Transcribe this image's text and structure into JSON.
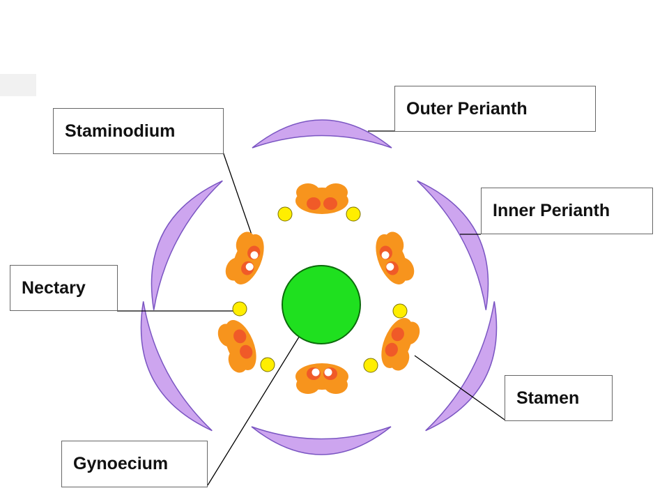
{
  "title": "",
  "colors": {
    "perianth": "#cda5ef",
    "perianth_outline": "#7a55c2",
    "stamen": "#f7941d",
    "stamen_anther": "#f05a28",
    "nectary": "#ffee00",
    "gynoecium": "#1fe01f",
    "staminodium_dot": "#ffffff",
    "leader_line": "#000000"
  },
  "labels": {
    "staminodium": "Staminodium",
    "outer_perianth": "Outer Perianth",
    "inner_perianth": "Inner Perianth",
    "nectary": "Nectary",
    "stamen": "Stamen",
    "gynoecium": "Gynoecium"
  }
}
